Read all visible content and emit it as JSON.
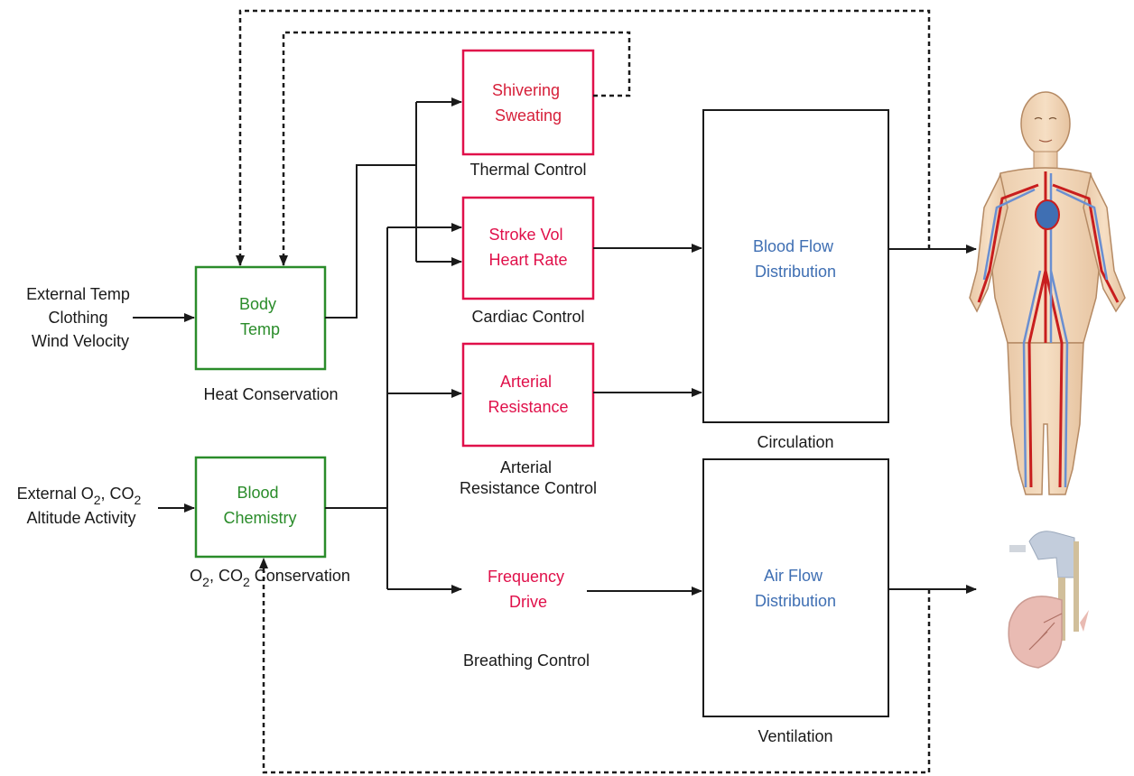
{
  "inputs": {
    "thermal": [
      "External Temp",
      "Clothing",
      "Wind Velocity"
    ],
    "chem_line1_a": "External O",
    "chem_line1_sub1": "2",
    "chem_line1_b": ", CO",
    "chem_line1_sub2": "2",
    "chem_line2": "Altitude Activity"
  },
  "blocks": {
    "body_temp": {
      "lines": [
        "Body",
        "Temp"
      ],
      "caption": "Heat Conservation"
    },
    "blood_chem": {
      "lines": [
        "Blood",
        "Chemistry"
      ],
      "caption_a": "O",
      "caption_sub1": "2",
      "caption_b": ", CO",
      "caption_sub2": "2",
      "caption_c": " Conservation"
    },
    "shivering": {
      "lines": [
        "Shivering",
        "Sweating"
      ],
      "caption": "Thermal Control"
    },
    "stroke": {
      "lines": [
        "Stroke Vol",
        "Heart Rate"
      ],
      "caption": "Cardiac Control"
    },
    "arterial": {
      "lines": [
        "Arterial",
        "Resistance"
      ],
      "caption": [
        "Arterial",
        "Resistance Control"
      ]
    },
    "frequency": {
      "lines": [
        "Frequency",
        "Drive"
      ],
      "caption": "Breathing Control"
    },
    "blood_flow": {
      "lines": [
        "Blood Flow",
        "Distribution"
      ],
      "caption": "Circulation"
    },
    "air_flow": {
      "lines": [
        "Air Flow",
        "Distribution"
      ],
      "caption": "Ventilation"
    }
  },
  "colors": {
    "green": "#2a8c2a",
    "red": "#d6203a",
    "crimson": "#e0104a",
    "blue": "#3f6fb3",
    "line": "#1a1a1a"
  },
  "illustrations": [
    "human-circulatory-figure",
    "respiratory-system-figure"
  ]
}
